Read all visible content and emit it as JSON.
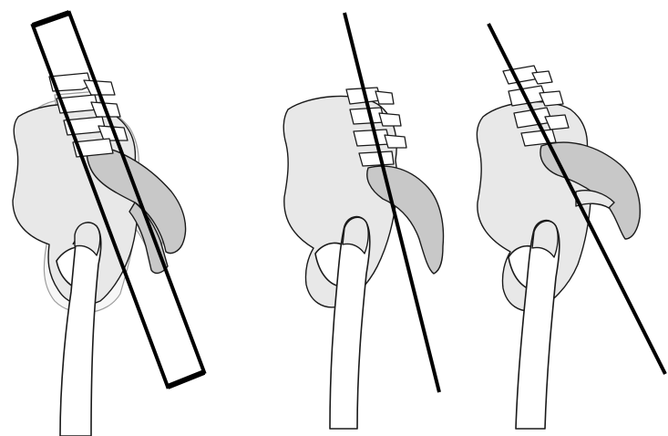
{
  "figure": {
    "panels": [
      {
        "id": "panel-1",
        "pelvis": "range-of-motion-overlay",
        "axis_style": "wedge"
      },
      {
        "id": "panel-2",
        "pelvis": "neutral",
        "axis_style": "line"
      },
      {
        "id": "panel-3",
        "pelvis": "tilted",
        "axis_style": "line"
      }
    ],
    "colors": {
      "bone_fill": "#e8e8e8",
      "sacrum_fill": "#c8c8c8",
      "ghost_outline": "#9c9c9c",
      "axis_line": "#000000",
      "background": "#ffffff"
    },
    "icons": [
      "pelvis-icon",
      "sacrum-icon",
      "lumbar-vertebrae-icon",
      "femur-icon",
      "axis-line-icon",
      "range-wedge-icon"
    ]
  }
}
